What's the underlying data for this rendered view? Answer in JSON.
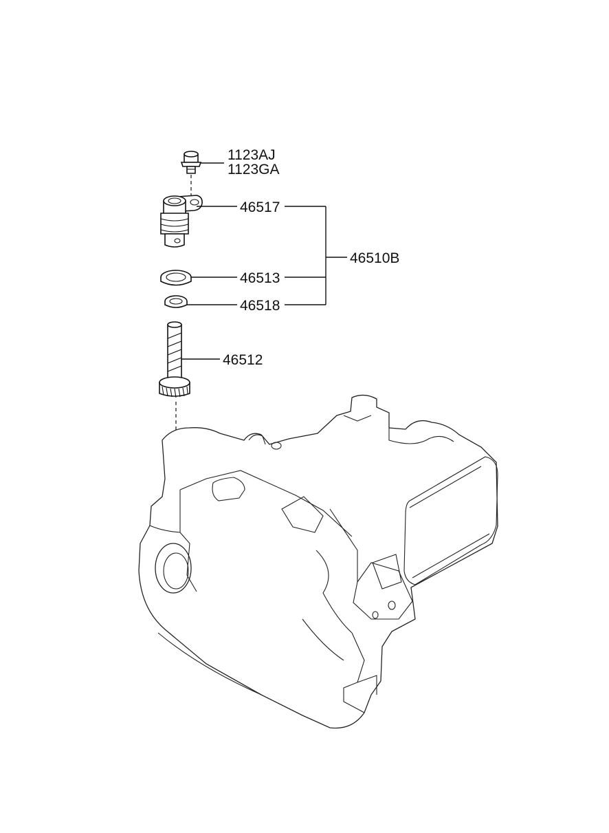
{
  "labels": {
    "bolt_a": "1123AJ",
    "bolt_b": "1123GA",
    "sensor": "46517",
    "assembly": "46510B",
    "oring": "46513",
    "sleeve": "46518",
    "gear": "46512"
  }
}
